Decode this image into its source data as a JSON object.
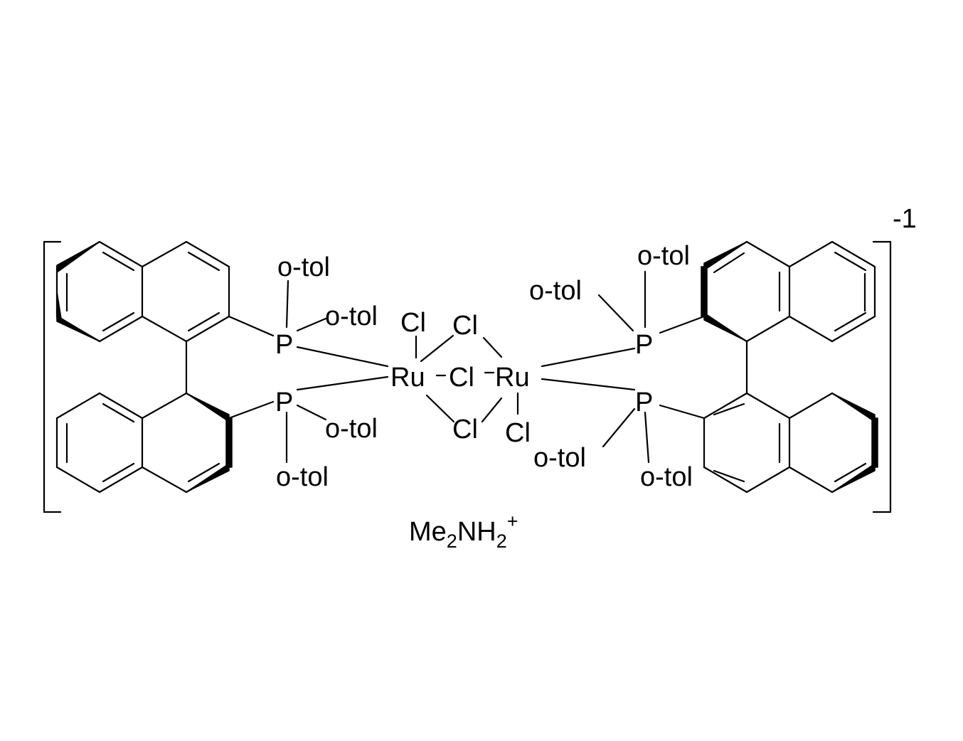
{
  "structure": {
    "atoms": {
      "ru_left": "Ru",
      "ru_right": "Ru",
      "cl_terminal_left": "Cl",
      "cl_bridge_top": "Cl",
      "cl_bridge_middle": "Cl",
      "cl_bridge_bottom": "Cl",
      "cl_terminal_right": "Cl",
      "p_left_top": "P",
      "p_left_bottom": "P",
      "p_right_top": "P",
      "p_right_bottom": "P"
    },
    "substituents": {
      "left_top_1": "o-tol",
      "left_top_2": "o-tol",
      "left_bottom_1": "o-tol",
      "left_bottom_2": "o-tol",
      "right_top_1": "o-tol",
      "right_top_2": "o-tol",
      "right_bottom_1": "o-tol",
      "right_bottom_2": "o-tol"
    },
    "charge": "-1",
    "counterion": {
      "me": "Me",
      "sub1": "2",
      "nh": "NH",
      "sub2": "2",
      "sup": "+"
    }
  }
}
